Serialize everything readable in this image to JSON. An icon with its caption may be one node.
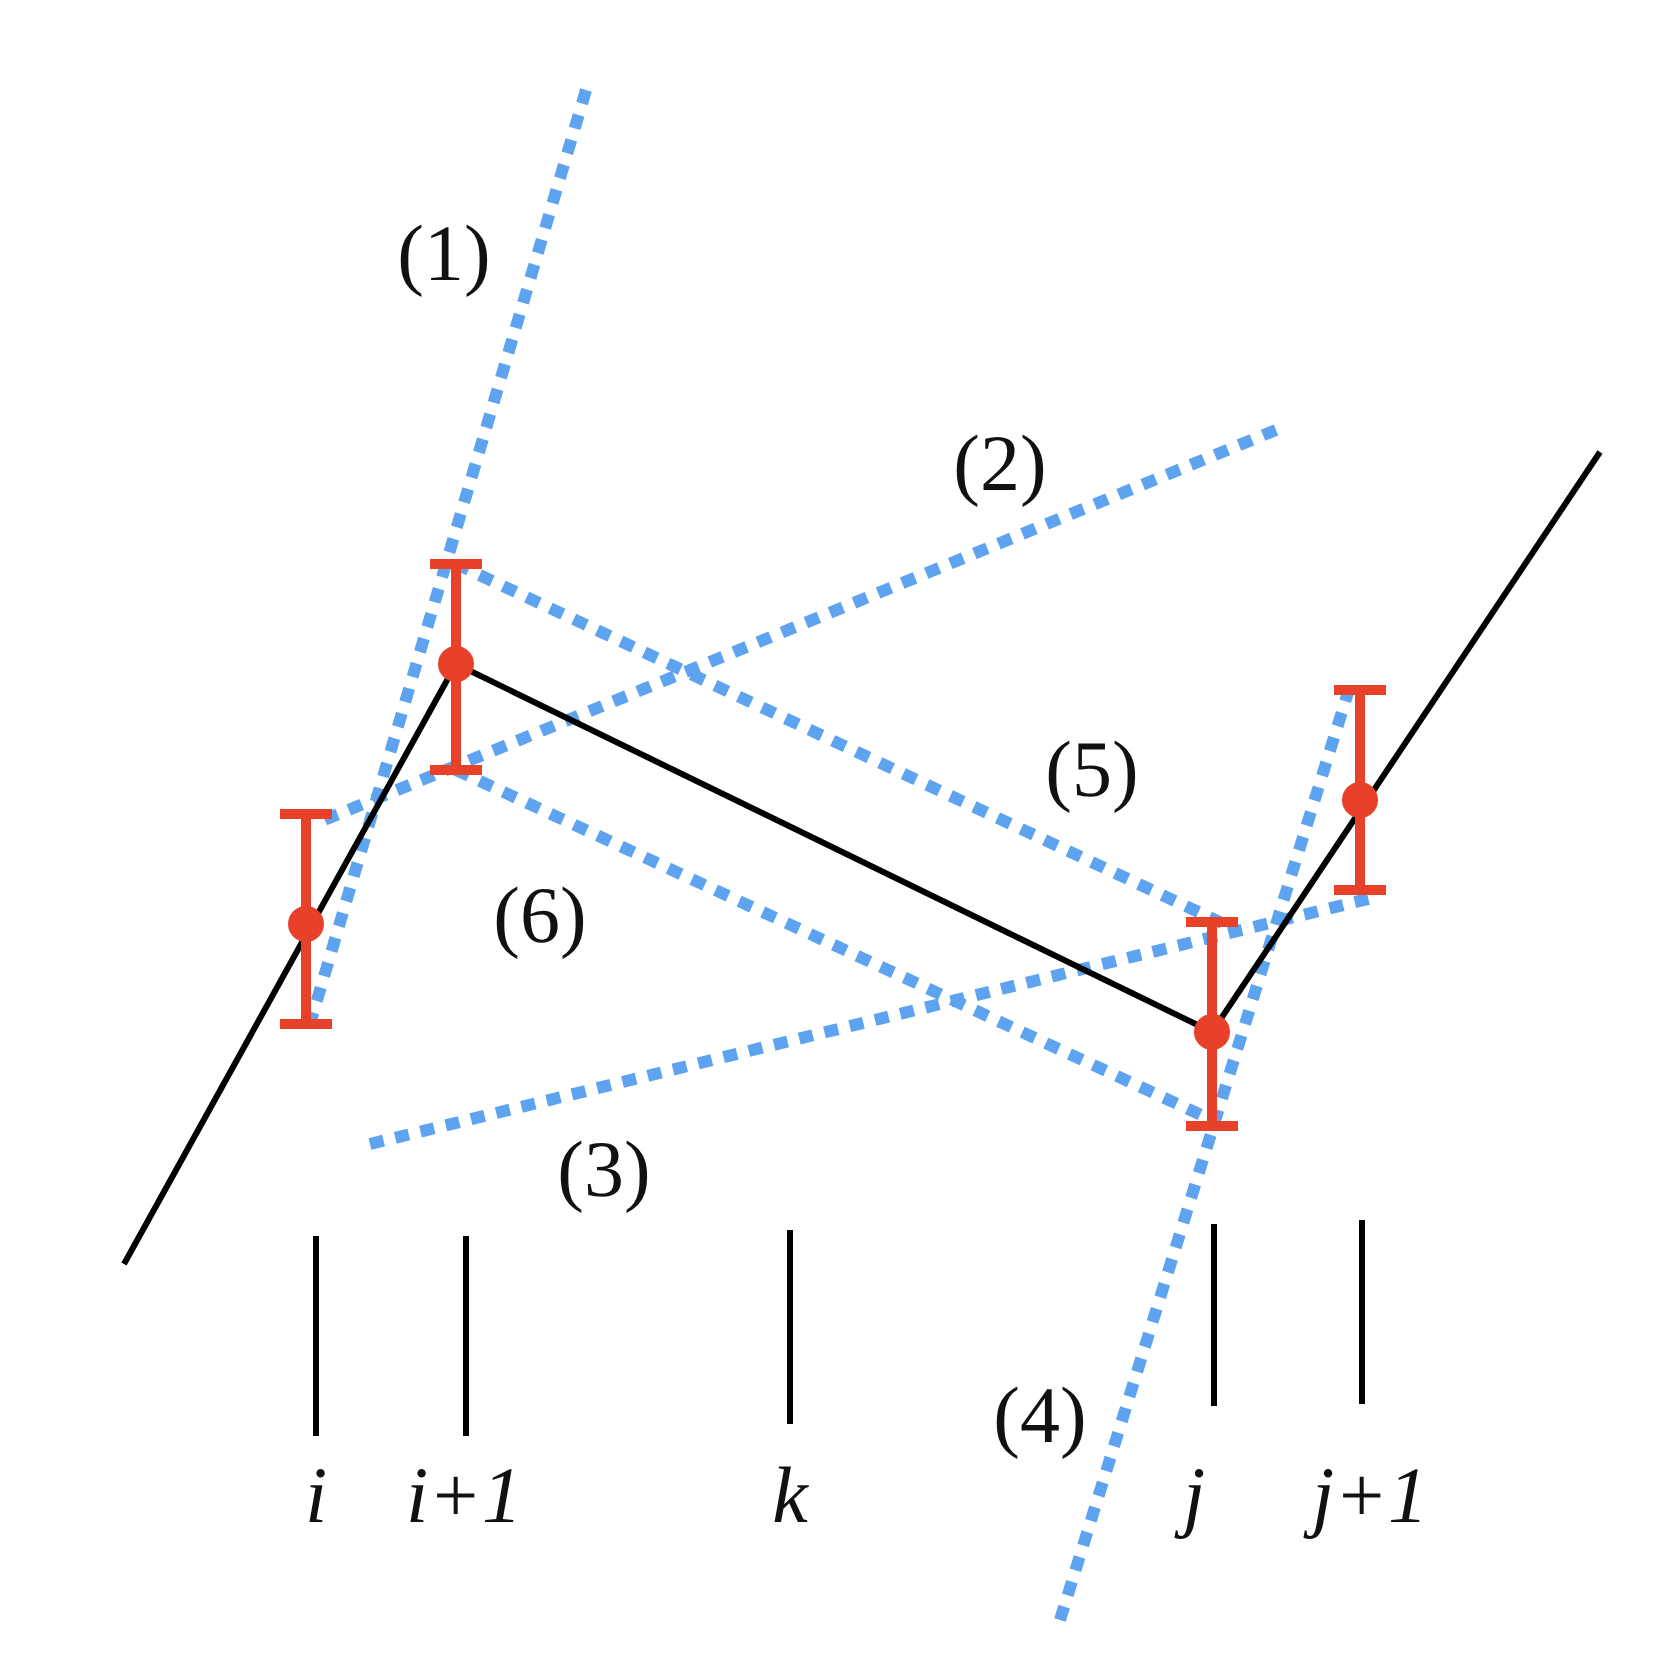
{
  "diagram": {
    "labels": [
      "(1)",
      "(2)",
      "(5)",
      "(6)",
      "(3)",
      "(4)",
      "i",
      "i+1",
      "k",
      "j",
      "j+1"
    ]
  }
}
